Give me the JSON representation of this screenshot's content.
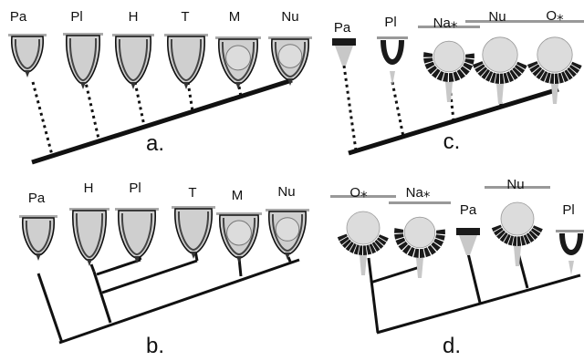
{
  "panels": [
    {
      "letter": "a.",
      "taxa": [
        "Pa",
        "Pl",
        "H",
        "T",
        "M",
        "Nu"
      ]
    },
    {
      "letter": "b.",
      "taxa": [
        "Pa",
        "H",
        "Pl",
        "T",
        "M",
        "Nu"
      ]
    },
    {
      "letter": "c.",
      "taxa": [
        "Pa",
        "Pl",
        "Na⁎",
        "Nu",
        "O⁎"
      ]
    },
    {
      "letter": "d.",
      "taxa": [
        "O⁎",
        "Na⁎",
        "Pa",
        "Nu",
        "Pl"
      ]
    }
  ],
  "colors": {
    "ink": "#111111",
    "pigment": "#1a1a1a",
    "lens": "#dcdcdc",
    "stalk": "#c8c8c8"
  }
}
